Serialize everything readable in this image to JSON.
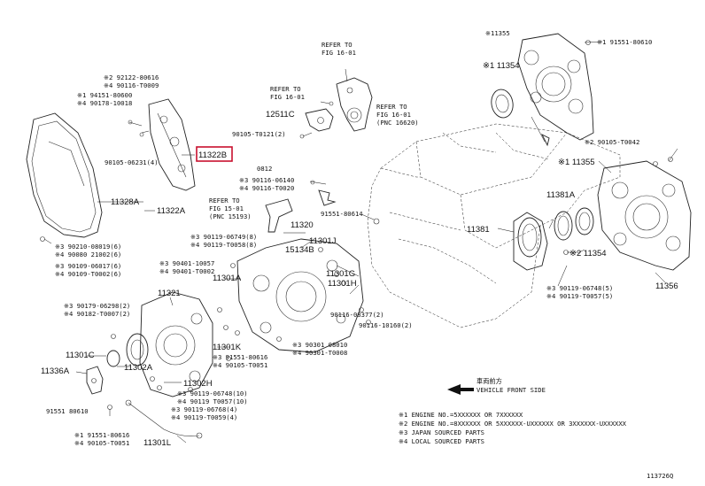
{
  "labels": {
    "p11355_top": "※11355",
    "p91551_80610_top": "※1 91551-80610",
    "p11354_top": "※1 11354",
    "refer_16_01_a": "REFER TO",
    "refer_16_01_a2": "FIG 16-01",
    "refer_16_01_b": "REFER TO",
    "refer_16_01_b2": "FIG 16-01",
    "p12511C": "12511C",
    "refer_16_01_c": "REFER TO",
    "refer_16_01_c2": "FIG 16-01",
    "refer_16_01_c3": "(PNC 16620)",
    "p90105_T0121": "90105-T0121(2)",
    "p292122": "※2 92122-80616",
    "p90116_T0009": "※4 90116-T0009",
    "p194151": "※1 94151-80600",
    "p490178": "※4 90178-10018",
    "p90105_06231": "90105-06231(4)",
    "p11322B": "11322B",
    "p0812": "0812",
    "p390116": "※3 90116-06140",
    "p490116": "※4 90116-T0020",
    "refer_15_01": "REFER TO",
    "refer_15_01b": "FIG 15-01",
    "refer_15_01c": "(PNC 15193)",
    "p91551_80614": "91551-80614",
    "p11328A": "11328A",
    "p11322A": "11322A",
    "p390210": "※3 90210-08019(6)",
    "p490080": "※4 90080 21002(6)",
    "p90109_06017": "※3 90109-06017(6)",
    "p90109_T0002": "※4 90109-T0002(6)",
    "p390119_06749": "※3 90119-06749(8)",
    "p490119_T0058": "※4 90119-T0058(8)",
    "p11320": "11320",
    "p15134B": "15134B",
    "p11301J": "11301J",
    "p390401": "※3 90401-10057",
    "p490401": "※4 90401-T0002",
    "p11301A": "11301A",
    "p11301G": "11301G",
    "p11301H": "11301H",
    "p11321": "11321",
    "p390179": "※3 90179-06298(2)",
    "p490182": "※4 90182-T0007(2)",
    "p90116_08377": "90116-08377(2)",
    "p90116_10160": "90116-10160(2)",
    "p11301C": "11301C",
    "p11302A": "11302A",
    "p11301K": "11301K",
    "p391551": "※3 91551-80616",
    "p490105_T0051": "※4 90105-T0051",
    "p90301_08010": "※3 90301 08010",
    "p490301_T0008": "※4 90301-T0008",
    "p11336A": "11336A",
    "p11302H": "11302H",
    "p390119_06748_10": "※3 90119-06748(10)",
    "p490119_T0057_10": "※4 90119 T0057(10)",
    "p390119_06768": "※3 90119-06768(4)",
    "p490119_T0059": "※4 90119-T0059(4)",
    "p91551_80610": "91551 80610",
    "p191551_80616": "※1 91551-80616",
    "p490105_T0051b": "※4 90105-T0051",
    "p11301L": "11301L",
    "p290105_T0042": "※2 90105-T0042",
    "p11355_right": "※1 11355",
    "p11381A": "11381A",
    "p11381": "11381",
    "p11354_right": "※2 11354",
    "p390119_06748_5": "※3 90119-06748(5)",
    "p490119_T0057_5": "※4 90119-T0057(5)",
    "p11356": "11356",
    "vehicle_jp": "車両前方",
    "vehicle_front": "VEHICLE FRONT SIDE",
    "note1": "※1 ENGINE NO.=5XXXXXX OR 7XXXXXX",
    "note2": "※2 ENGINE NO.=8XXXXXX OR 5XXXXXX-UXXXXXX OR 3XXXXXX-UXXXXXX",
    "note3": "※3 JAPAN SOURCED PARTS",
    "note4": "※4 LOCAL SOURCED PARTS",
    "figure_code": "113726Q"
  },
  "colors": {
    "highlight": "#c8102e",
    "ink": "#111111"
  }
}
